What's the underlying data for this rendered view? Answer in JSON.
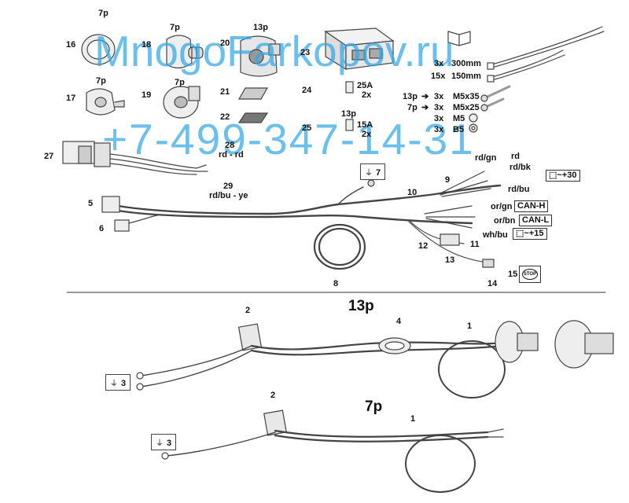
{
  "watermark": {
    "site": "MnogoFarkopov.ru",
    "phone": "+7-499-347-14-31"
  },
  "sections": {
    "p13": "13p",
    "p7": "7p"
  },
  "parts": {
    "n1_top": "1",
    "n2_top": "2",
    "n3_top": "3",
    "n4": "4",
    "n1_bot": "1",
    "n2_bot": "2",
    "n3_bot": "3",
    "n5": "5",
    "n6": "6",
    "n7": "7",
    "n8": "8",
    "n9": "9",
    "n10": "10",
    "n11": "11",
    "n12": "12",
    "n13": "13",
    "n14": "14",
    "n15": "15",
    "n16": "16",
    "n17": "17",
    "n18": "18",
    "n19": "19",
    "n20": "20",
    "n21": "21",
    "n22": "22",
    "n23": "23",
    "n24": "24",
    "n25": "25",
    "n27": "27",
    "n28": "28",
    "n29": "29"
  },
  "pins": {
    "p16": "7p",
    "p17": "7p",
    "p18": "7p",
    "p19": "7p",
    "p20": "13p",
    "p25": "13p"
  },
  "fuses": {
    "f24_rating": "25A",
    "f24_qty": "2x",
    "f25_rating": "15A",
    "f25_qty": "2x"
  },
  "hardware": {
    "tie_long_qty": "3x",
    "tie_long_len": "300mm",
    "tie_short_qty": "15x",
    "tie_short_len": "150mm",
    "s1_conn": "13p",
    "s1_arrow": "➔",
    "s1_qty": "3x",
    "s1_size": "M5x35",
    "s2_conn": "7p",
    "s2_arrow": "➔",
    "s2_qty": "3x",
    "s2_size": "M5x25",
    "nut_qty": "3x",
    "nut_size": "M5",
    "washer_qty": "3x",
    "washer_size": "B5"
  },
  "wires": {
    "w28": "rd - rd",
    "w29": "rd/bu - ye",
    "rd_gn": "rd/gn",
    "rd": "rd",
    "rd_bk": "rd/bk",
    "rd_bu": "rd/bu",
    "or_gn": "or/gn",
    "can_h": "CAN-H",
    "or_bn": "or/bn",
    "can_l": "CAN-L",
    "wh_bu": "wh/bu",
    "plus30": "+30",
    "plus15": "+15",
    "stop": "STOP"
  }
}
